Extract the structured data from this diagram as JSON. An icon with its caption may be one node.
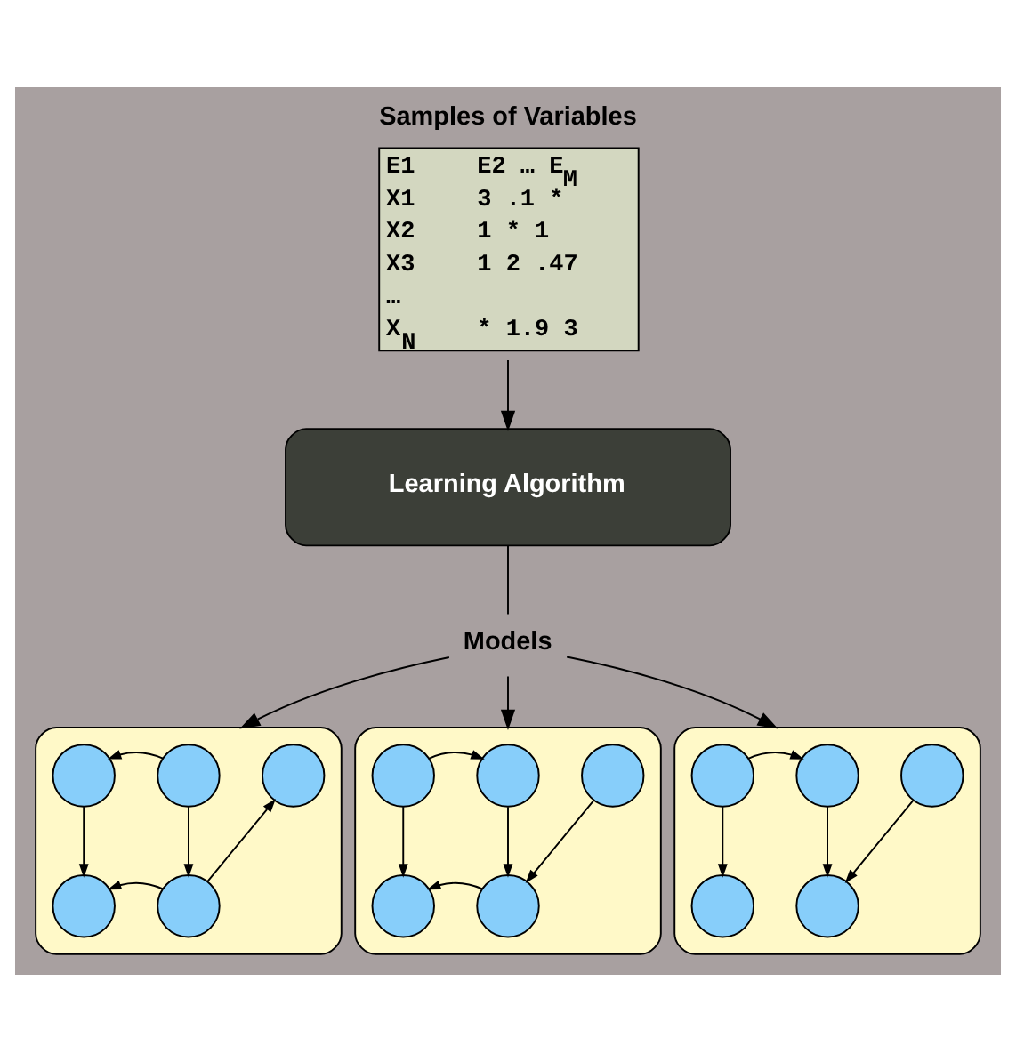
{
  "diagram": {
    "nodes": [
      {
        "text": [
          "Samples of Variables",
          "E1 E2 … E$_{M}$",
          "X1 3 .1 *",
          "X2 1 * 1",
          "X3 1 2 .47",
          "…",
          "X$_{N}$ * 1.9 3"
        ]
      },
      {
        "text": [
          "Learning Algorithm"
        ]
      },
      {
        "text": [
          "Models"
        ]
      },
      {
        "text": [],
        "shape": "box"
      },
      {
        "text": [],
        "shape": "circle",
        "in": 3
      },
      {
        "text": [],
        "shape": "circle",
        "in": 3
      },
      {
        "text": [],
        "shape": "circle",
        "in": 3
      },
      {
        "text": [],
        "shape": "circle",
        "in": 3
      },
      {
        "text": [],
        "shape": "circle",
        "in": 3
      },
      {
        "text": [],
        "shape": "box"
      },
      {
        "text": [],
        "shape": "circle",
        "in": 9
      },
      {
        "text": [],
        "shape": "circle",
        "in": 9
      },
      {
        "text": [],
        "shape": "circle",
        "in": 9
      },
      {
        "text": [],
        "shape": "circle",
        "in": 9
      },
      {
        "text": [],
        "shape": "circle",
        "in": 9
      },
      {
        "text": [],
        "shape": "box"
      },
      {
        "text": [],
        "shape": "circle",
        "in": 15
      },
      {
        "text": [],
        "shape": "circle",
        "in": 15
      },
      {
        "text": [],
        "shape": "circle",
        "in": 15
      },
      {
        "text": [],
        "shape": "circle",
        "in": 15
      },
      {
        "text": [],
        "shape": "circle",
        "in": 15
      }
    ],
    "edges": [
      {
        "from": 0,
        "to": 1,
        "arrow": "to"
      },
      {
        "from": 1,
        "to": 2,
        "arrow": "none"
      },
      {
        "from": 2,
        "to": 3,
        "arrow": "to"
      },
      {
        "from": 2,
        "to": 9,
        "arrow": "to"
      },
      {
        "from": 2,
        "to": 15,
        "arrow": "to"
      },
      {
        "from": 5,
        "to": 4,
        "arrow": "to"
      },
      {
        "from": 4,
        "to": 7,
        "arrow": "to"
      },
      {
        "from": 5,
        "to": 8,
        "arrow": "to"
      },
      {
        "from": 8,
        "to": 7,
        "arrow": "to"
      },
      {
        "from": 8,
        "to": 6,
        "arrow": "to"
      },
      {
        "from": 10,
        "to": 11,
        "arrow": "to"
      },
      {
        "from": 10,
        "to": 13,
        "arrow": "to"
      },
      {
        "from": 11,
        "to": 14,
        "arrow": "to"
      },
      {
        "from": 12,
        "to": 14,
        "arrow": "to"
      },
      {
        "from": 14,
        "to": 13,
        "arrow": "to"
      },
      {
        "from": 16,
        "to": 17,
        "arrow": "to"
      },
      {
        "from": 16,
        "to": 19,
        "arrow": "to"
      },
      {
        "from": 17,
        "to": 20,
        "arrow": "to"
      },
      {
        "from": 18,
        "to": 20,
        "arrow": "to"
      }
    ]
  }
}
